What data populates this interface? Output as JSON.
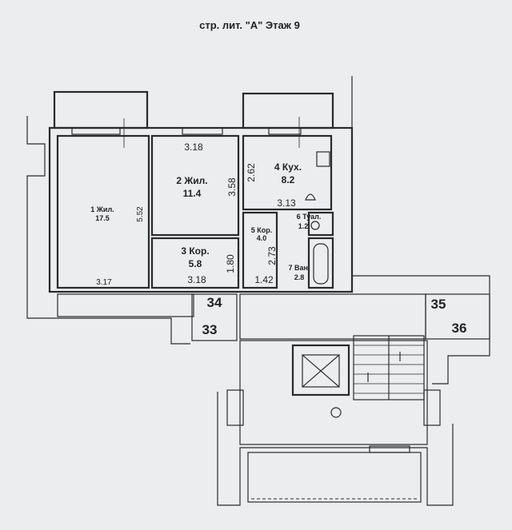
{
  "title": "стр. лит. \"А\" Этаж 9",
  "rooms": [
    {
      "id": "1",
      "name": "1 Жил.",
      "area": "17.5"
    },
    {
      "id": "2",
      "name": "2 Жил.",
      "area": "11.4"
    },
    {
      "id": "3",
      "name": "3 Кор.",
      "area": "5.8"
    },
    {
      "id": "4",
      "name": "4 Кух.",
      "area": "8.2"
    },
    {
      "id": "5",
      "name": "5 Кор.",
      "area": "4.0"
    },
    {
      "id": "6",
      "name": "6 Туал.",
      "area": "1.2"
    },
    {
      "id": "7",
      "name": "7 Ван.",
      "area": "2.8"
    }
  ],
  "dimensions": {
    "r2_top": "3.18",
    "r2_side": "3.58",
    "r1_side": "5.52",
    "r1_bottom": "3.17",
    "r3_bottom": "3.18",
    "r3_side": "1.80",
    "r4_side": "2.62",
    "r4_bottom": "3.13",
    "r5_side": "2.73",
    "r5_bottom": "1.42"
  },
  "apartments": [
    "34",
    "33",
    "35",
    "36"
  ]
}
